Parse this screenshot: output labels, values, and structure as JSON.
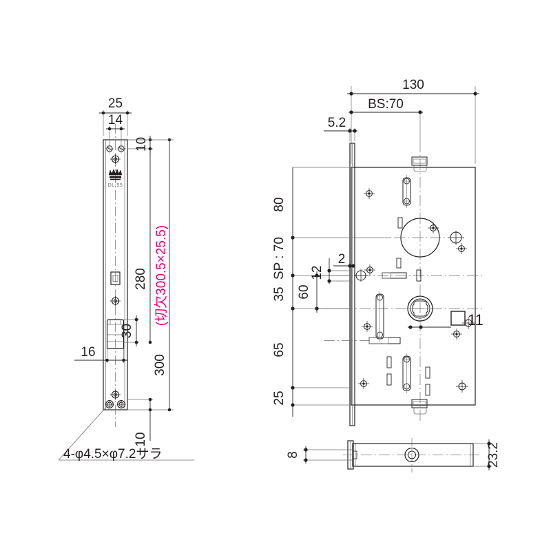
{
  "drawing": {
    "title": "DL-55 mortise lock dimensional drawing",
    "product_code": "DL-55",
    "line_color": "#231f20",
    "thin_line_color": "#6d6e71",
    "highlight_color": "#e6007e"
  },
  "front_view": {
    "name": "faceplate-front-view",
    "dimensions": {
      "faceplate_width": "25",
      "screw_spacing_width": "14",
      "top_offset": "10",
      "bottom_offset": "10",
      "backset_strike": "16",
      "latch_height": "30",
      "inner_length": "280",
      "overall_length": "300"
    },
    "cut_note": "(切欠300.5×25.5)",
    "hole_note": "4-φ4.5×φ7.2サラ",
    "logo_label": "DL-55"
  },
  "side_view": {
    "name": "lock-case-side-view",
    "dimensions": {
      "case_depth": "130",
      "backset": "BS:70",
      "faceplate_thickness": "5.2",
      "top_segment": "80",
      "spindle_pitch": "SP : 70",
      "mid_segment": "35",
      "lower_segment": "65",
      "bottom_segment": "25",
      "hub_offset": "60",
      "small_offset_a": "12",
      "small_offset_b": "2",
      "square_spindle": "11"
    },
    "square_symbol": "□"
  },
  "bottom_view": {
    "name": "lock-case-bottom-view",
    "dimensions": {
      "case_thickness": "23.2",
      "faceplate_edge": "8"
    }
  }
}
